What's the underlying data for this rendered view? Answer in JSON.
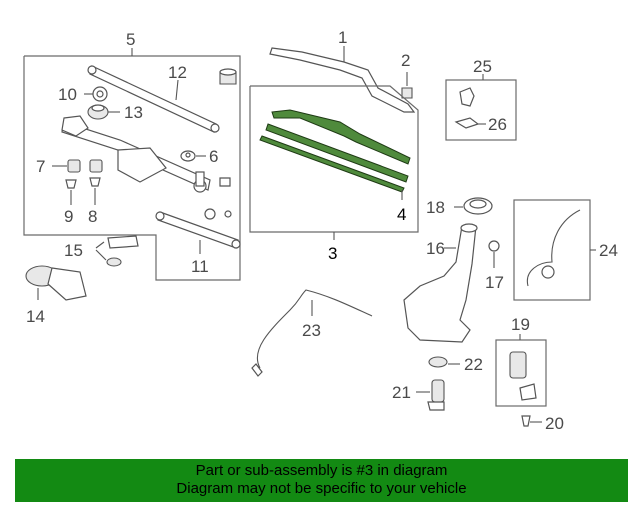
{
  "callouts": {
    "c1": "1",
    "c2": "2",
    "c3": "3",
    "c4": "4",
    "c5": "5",
    "c6": "6",
    "c7": "7",
    "c8": "8",
    "c9": "9",
    "c10": "10",
    "c11": "11",
    "c12": "12",
    "c13": "13",
    "c14": "14",
    "c15": "15",
    "c16": "16",
    "c17": "17",
    "c18": "18",
    "c19": "19",
    "c20": "20",
    "c21": "21",
    "c22": "22",
    "c23": "23",
    "c24": "24",
    "c25": "25",
    "c26": "26"
  },
  "highlight_color": "#4f8a3c",
  "banner": {
    "line1": "Part or sub-assembly is #3 in diagram",
    "line2": "Diagram may not be specific to your vehicle",
    "color": "#138a13"
  }
}
